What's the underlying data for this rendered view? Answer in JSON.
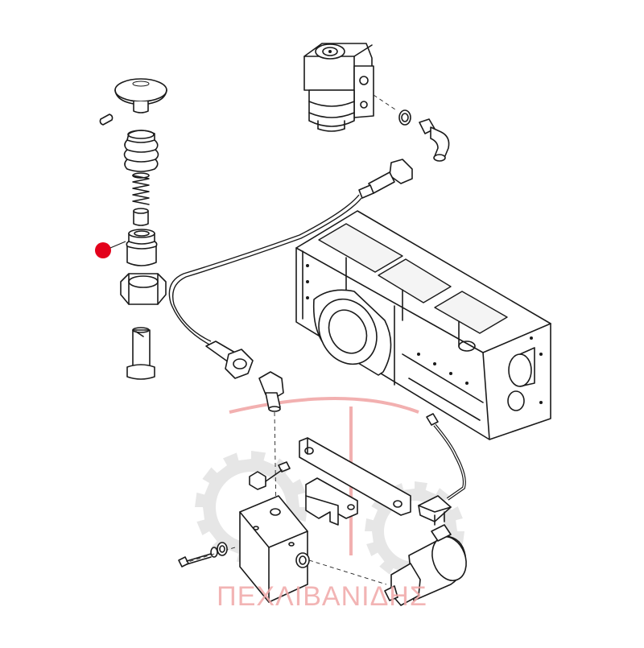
{
  "watermark": {
    "text": "ΠΕΧΛΙΒΑΝΙΔΗΣ",
    "color": "#f0a8a8",
    "gear_color": "#e6e6e6"
  },
  "marker": {
    "color": "#e3001b",
    "icon": "red-dot-icon"
  },
  "parts": [
    "valve-cap",
    "pin",
    "rubber-boot",
    "spring",
    "bushing",
    "valve-body",
    "hex-nut",
    "bolt",
    "steering-unit",
    "o-ring",
    "elbow-fitting",
    "hose-fitting",
    "pipe",
    "axle-housing",
    "valve-block",
    "bracket",
    "plate",
    "solenoid",
    "wire-connector"
  ]
}
